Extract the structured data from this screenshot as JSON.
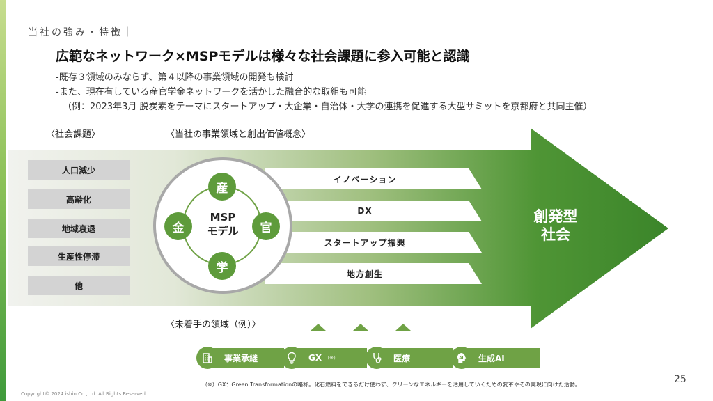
{
  "section_label": "当社の強み・特徴｜",
  "headline": "広範なネットワーク×MSPモデルは様々な社会課題に参入可能と認識",
  "bullets": [
    "‐既存３領域のみならず、第４以降の事業領域の開発も検討",
    "‐また、現在有している産官学金ネットワークを活かした融合的な取組も可能",
    "（例：2023年3月 脱炭素をテーマにスタートアップ・大企業・自治体・大学の連携を促進する大型サミットを京都府と共同主催）"
  ],
  "labels": {
    "social_issues": "〈社会課題〉",
    "business_domains": "〈当社の事業領域と創出価値概念〉",
    "untapped": "〈未着手の領域（例）〉"
  },
  "social_issues": [
    "人口減少",
    "高齢化",
    "地域衰退",
    "生産性停滞",
    "他"
  ],
  "msp": {
    "center_line1": "MSP",
    "center_line2": "モデル",
    "top": "産",
    "left": "金",
    "right": "官",
    "bottom": "学"
  },
  "value_bands": [
    "イノベーション",
    "DX",
    "スタートアップ振興",
    "地方創生"
  ],
  "goal": {
    "line1": "創発型",
    "line2": "社会"
  },
  "untapped_domains": [
    {
      "label": "事業承継",
      "icon": "building-icon"
    },
    {
      "label": "GX",
      "note": "（※）",
      "icon": "lightbulb-icon"
    },
    {
      "label": "医療",
      "icon": "stethoscope-icon"
    },
    {
      "label": "生成AI",
      "icon": "ai-head-icon"
    }
  ],
  "footnote": "（※）GX：Green Transformationの略称。化石燃料をできるだけ使わず、クリーンなエネルギーを活用していくための変革やその実現に向けた活動。",
  "copyright": "Copyright© 2024 ishin Co.,Ltd. All Rights Reserved.",
  "page_number": "25",
  "colors": {
    "accent_green": "#3f8a2b",
    "node_green": "#5e9b3b",
    "pill_green": "#6fa245"
  }
}
